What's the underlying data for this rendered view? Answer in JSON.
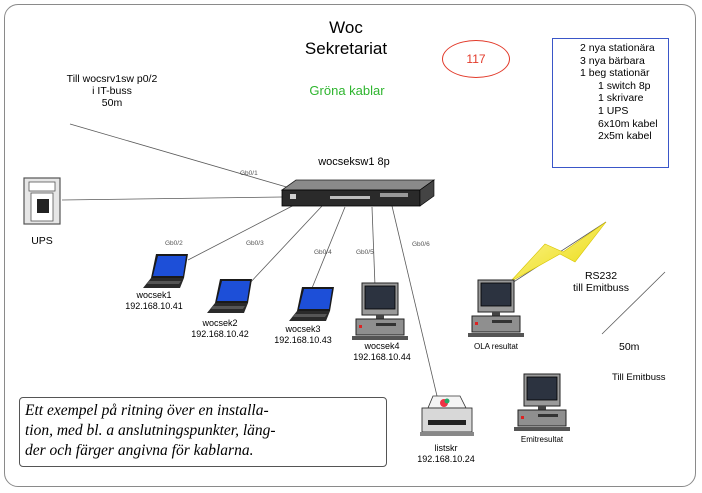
{
  "title": {
    "line1": "Woc",
    "line2": "Sekretariat"
  },
  "subtitle": "Gröna kablar",
  "badge": "117",
  "inventory": [
    "2 nya stationära",
    "3 nya bärbara",
    "1 beg stationär",
    "1 switch 8p",
    "1 skrivare",
    "1 UPS",
    "6x10m kabel",
    "2x5m kabel"
  ],
  "uplink": {
    "line1": "Till wocsrv1sw p0/2",
    "line2": "i IT-buss",
    "line3": "50m"
  },
  "switch": {
    "name": "wocseksw1 8p"
  },
  "ports": [
    "Gb0/1",
    "Gb0/2",
    "Gb0/3",
    "Gb0/4",
    "Gb0/5",
    "Gb0/6"
  ],
  "ups": {
    "name": "UPS"
  },
  "devices": {
    "wocsek1": {
      "name": "wocsek1",
      "ip": "192.168.10.41"
    },
    "wocsek2": {
      "name": "wocsek2",
      "ip": "192.168.10.42"
    },
    "wocsek3": {
      "name": "wocsek3",
      "ip": "192.168.10.43"
    },
    "wocsek4": {
      "name": "wocsek4",
      "ip": "192.168.10.44"
    },
    "printer": {
      "name": "listskr",
      "ip": "192.168.10.24"
    },
    "ola": {
      "name": "OLA resultat"
    },
    "emit": {
      "name": "Emitresultat"
    }
  },
  "rs232": {
    "line1": "RS232",
    "line2": "till Emitbuss"
  },
  "emitbuss": {
    "length": "50m",
    "label": "Till Emitbuss"
  },
  "caption": [
    "Ett exempel på ritning över en installa-",
    "tion, med bl. a anslutningspunkter, läng-",
    "der och färger angivna för kablarna."
  ],
  "colors": {
    "badge": "#e23a2a",
    "inventory_border": "#3a56c8",
    "green_text": "#2fb52f",
    "lightning": "#f2e600"
  }
}
